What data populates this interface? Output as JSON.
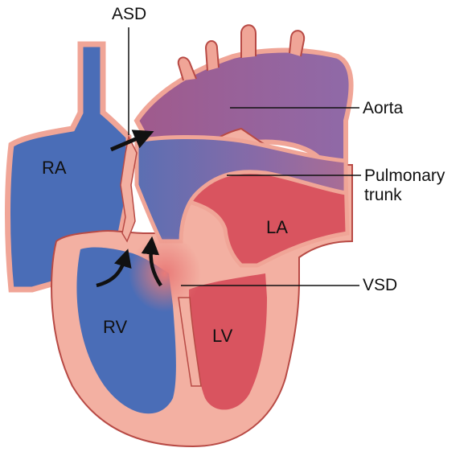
{
  "labels": {
    "asd": "ASD",
    "aorta": "Aorta",
    "pulmonary_line1": "Pulmonary",
    "pulmonary_line2": "trunk",
    "vsd": "VSD",
    "ra": "RA",
    "la": "LA",
    "rv": "RV",
    "lv": "LV"
  },
  "colors": {
    "deoxygenated": "#4a6db7",
    "oxygenated": "#d9545f",
    "mixed": "#8a6aa6",
    "wall": "#f0a597",
    "wall_outline": "#b84a45",
    "arrow": "#111111"
  }
}
